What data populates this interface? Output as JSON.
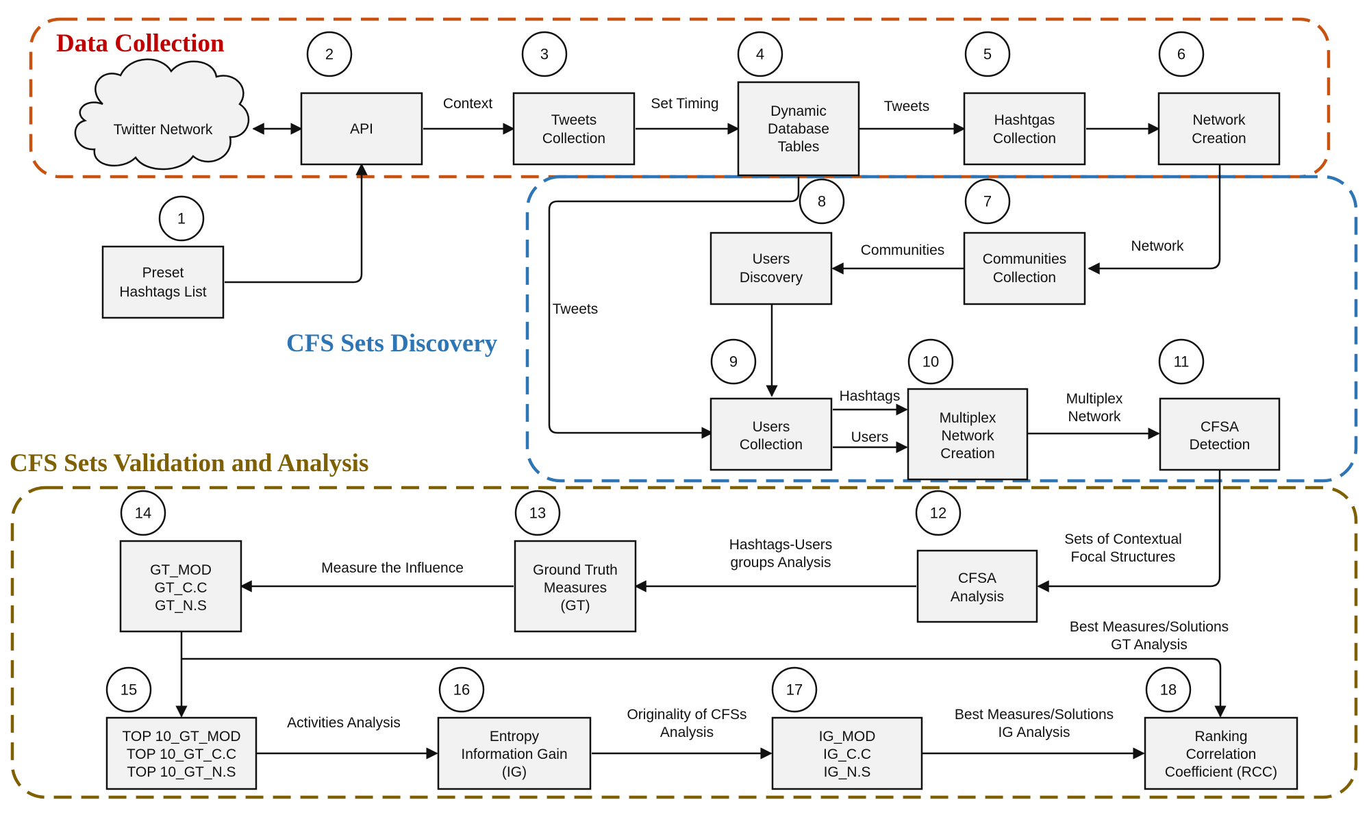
{
  "colors": {
    "data_collection": "#c8520f",
    "data_collection_title": "#c00000",
    "cfs_discovery": "#2e75b6",
    "cfs_validation": "#7f6000",
    "box_fill": "#f2f2f2",
    "stroke": "#111111"
  },
  "regions": {
    "data_collection": "Data Collection",
    "cfs_discovery": "CFS Sets Discovery",
    "cfs_validation": "CFS Sets Validation and Analysis"
  },
  "nodes": {
    "twitter": "Twitter Network",
    "preset": [
      "Preset",
      "Hashtags List"
    ],
    "api": "API",
    "tweets_collection": [
      "Tweets",
      "Collection"
    ],
    "dynamic_db": [
      "Dynamic",
      "Database",
      "Tables"
    ],
    "hashtags_collection": [
      "Hashtgas",
      "Collection"
    ],
    "network_creation": [
      "Network",
      "Creation"
    ],
    "communities_collection": [
      "Communities",
      "Collection"
    ],
    "users_discovery": [
      "Users",
      "Discovery"
    ],
    "users_collection": [
      "Users",
      "Collection"
    ],
    "multiplex_creation": [
      "Multiplex",
      "Network",
      "Creation"
    ],
    "cfsa_detection": [
      "CFSA",
      "Detection"
    ],
    "cfsa_analysis": [
      "CFSA",
      "Analysis"
    ],
    "ground_truth": [
      "Ground Truth",
      "Measures",
      "(GT)"
    ],
    "gt_measures": [
      "GT_MOD",
      "GT_C.C",
      "GT_N.S"
    ],
    "top10": [
      "TOP 10_GT_MOD",
      "TOP 10_GT_C.C",
      "TOP 10_GT_N.S"
    ],
    "entropy": [
      "Entropy",
      "Information Gain",
      "(IG)"
    ],
    "ig_measures": [
      "IG_MOD",
      "IG_C.C",
      "IG_N.S"
    ],
    "rcc": [
      "Ranking",
      "Correlation",
      "Coefficient (RCC)"
    ]
  },
  "step_numbers": {
    "api": "2",
    "preset": "1",
    "tweets_collection": "3",
    "dynamic_db": "4",
    "hashtags_collection": "5",
    "network_creation": "6",
    "communities_collection": "7",
    "users_discovery": "8",
    "users_collection": "9",
    "multiplex_creation": "10",
    "cfsa_detection": "11",
    "cfsa_analysis": "12",
    "ground_truth": "13",
    "gt_measures": "14",
    "top10": "15",
    "entropy": "16",
    "ig_measures": "17",
    "rcc": "18"
  },
  "edges": {
    "context": "Context",
    "set_timing": "Set Timing",
    "tweets_top": "Tweets",
    "network": "Network",
    "communities": "Communities",
    "tweets_side": "Tweets",
    "hashtags": "Hashtags",
    "users": "Users",
    "multiplex_network": [
      "Multiplex",
      "Network"
    ],
    "sets_contextual": [
      "Sets of Contextual",
      "Focal Structures"
    ],
    "hashtags_users": [
      "Hashtags-Users",
      "groups Analysis"
    ],
    "measure_influence": "Measure the Influence",
    "best_gt": [
      "Best Measures/Solutions",
      "GT Analysis"
    ],
    "activities": "Activities Analysis",
    "originality": [
      "Originality of CFSs",
      "Analysis"
    ],
    "best_ig": [
      "Best Measures/Solutions",
      "IG Analysis"
    ]
  }
}
